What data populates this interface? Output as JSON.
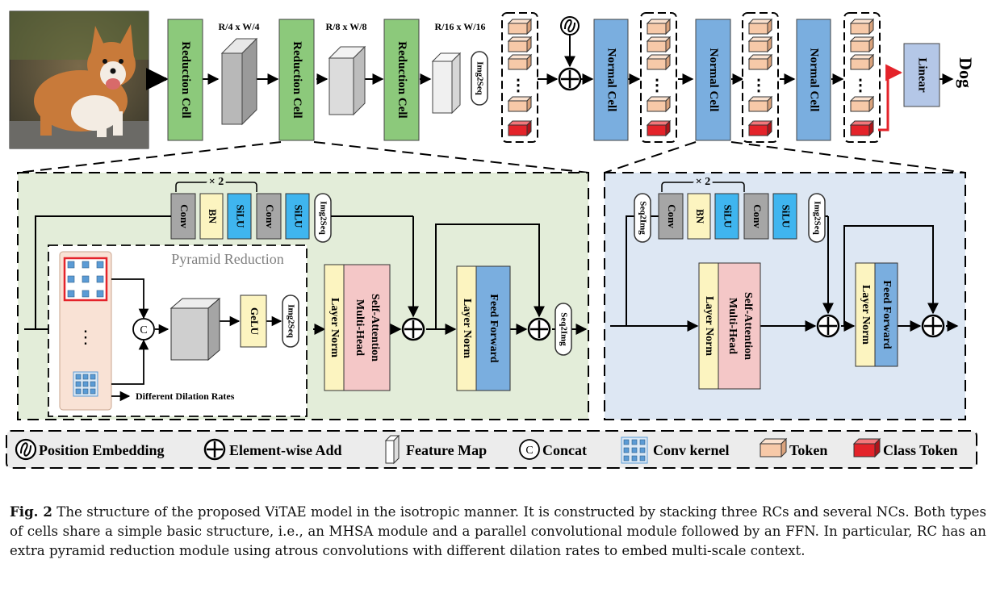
{
  "top": {
    "reduction_cell": "Reduction Cell",
    "normal_cell": "Normal Cell",
    "linear": "Linear",
    "output_label": "Dog",
    "img2seq": "Img2Seq",
    "scale_labels": [
      "R/4 x W/4",
      "R/8 x W/8",
      "R/16 x W/16"
    ],
    "image_subject": "corgi dog photo"
  },
  "rc_detail": {
    "times_two": "× 2",
    "conv": "Conv",
    "bn": "BN",
    "silu": "SiLU",
    "img2seq": "Img2Seq",
    "pyramid_title": "Pyramid Reduction",
    "concat_symbol": "C",
    "gelu": "GeLU",
    "dilation_note": "Different Dilation Rates",
    "layer_norm": "Layer Norm",
    "mhsa_line1": "Multi-Head",
    "mhsa_line2": "Self-Attention",
    "ffn": "Feed Forward",
    "seq2img": "Seq2Img",
    "dots": "⋮"
  },
  "nc_detail": {
    "seq2img": "Seq2Img",
    "times_two": "× 2",
    "conv": "Conv",
    "bn": "BN",
    "silu": "SiLU",
    "img2seq": "Img2Seq",
    "layer_norm": "Layer Norm",
    "mhsa_line1": "Multi-Head",
    "mhsa_line2": "Self-Attention",
    "ffn": "Feed Forward"
  },
  "legend": {
    "position_embedding": "Position Embedding",
    "element_add": "Element-wise Add",
    "feature_map": "Feature Map",
    "concat": "Concat",
    "concat_symbol": "C",
    "conv_kernel": "Conv kernel",
    "token": "Token",
    "class_token": "Class Token"
  },
  "caption": {
    "label": "Fig. 2",
    "text": "The structure of the proposed ViTAE model in the isotropic manner. It is constructed by stacking three RCs and several NCs. Both types of cells share a simple basic structure, i.e., an MHSA module and a parallel convolutional module followed by an FFN. In particular, RC has an extra pyramid reduction module using atrous convolutions with different dilation rates to embed multi-scale context."
  },
  "colors": {
    "green_cell": "#8cc97b",
    "blue_cell": "#7aaedf",
    "green_panel": "#e3edd9",
    "blue_panel": "#dde7f3",
    "token": "#f7c9a8",
    "class_token": "#e4232a",
    "conv_gray": "#a6a6a6",
    "bn_yellow": "#fcf4c0",
    "silu_cyan": "#3fb5ef",
    "mhsa_pink": "#f4c7c7",
    "ffn_blue": "#7aaedf",
    "pyramid_bg": "#f9e2d5",
    "red_arrow": "#e4232a"
  }
}
